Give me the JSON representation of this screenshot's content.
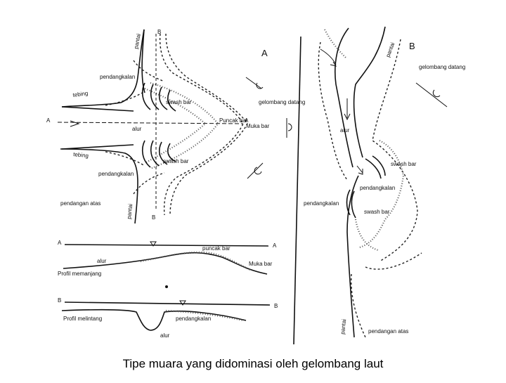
{
  "caption": "Tipe muara yang didominasi oleh gelombang laut",
  "panel_a": {
    "letter": "A",
    "labels": {
      "pantai_top": "pantai",
      "b_top": "B",
      "pendangkalan_top": "pendangkalan",
      "tebing_top": "tebing",
      "a_left": "A",
      "alur": "alur",
      "swash_bar_top": "swash bar",
      "puncak_bar": "Puncak bar",
      "muka_bar": "Muka bar",
      "a1": "A",
      "gelombang_datang": "gelombang datang",
      "tebing_bottom": "tebing",
      "swash_bar_bottom": "swash bar",
      "pendangkalan_bottom": "pendangkalan",
      "pendangan_atas": "pendangan atas",
      "pantai_bottom": "pantai",
      "b1": "B"
    }
  },
  "profile_long": {
    "a": "A",
    "a1": "A",
    "puncak_bar": "puncak bar",
    "alur": "alur",
    "muka_bar": "Muka bar",
    "title": "Profil memanjang"
  },
  "profile_cross": {
    "b": "B",
    "b1": "B",
    "title": "Profil melintang",
    "pendangkalan": "pendangkalan",
    "alur": "alur"
  },
  "panel_b": {
    "letter": "B",
    "labels": {
      "pantai": "pantai",
      "gelombang_datang": "gelombang datang",
      "alur": "alur",
      "swash_bar_top": "swash bar",
      "pendangkalan_right": "pendangkalan",
      "pendangkalan_left": "pendangkalan",
      "swash_bar_bottom": "swash bar",
      "pantai_bottom": "pantai",
      "pendangan_atas": "pendangan atas"
    }
  }
}
